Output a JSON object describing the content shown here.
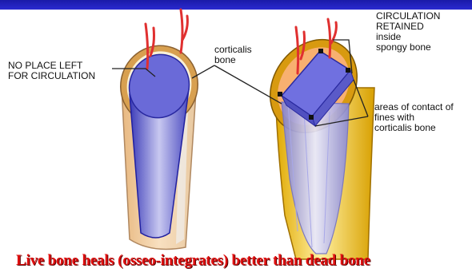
{
  "labels": {
    "no_place": "NO PLACE LEFT\nFOR CIRCULATION",
    "corticalis": "corticalis\nbone",
    "circulation_retained": "CIRCULATION\nRETAINED\ninside\nspongy bone",
    "areas_contact": "areas of contact of\nfines with\ncorticalis bone"
  },
  "caption": "Live bone heals (osseo-integrates) better than dead bone",
  "colors": {
    "header_bar": "#1a1aa8",
    "caption": "#e01010",
    "vessel": "#e03030",
    "implant_blue": "#6a6ad8",
    "bone_left": "#f0c890",
    "bone_right": "#f0c020"
  }
}
